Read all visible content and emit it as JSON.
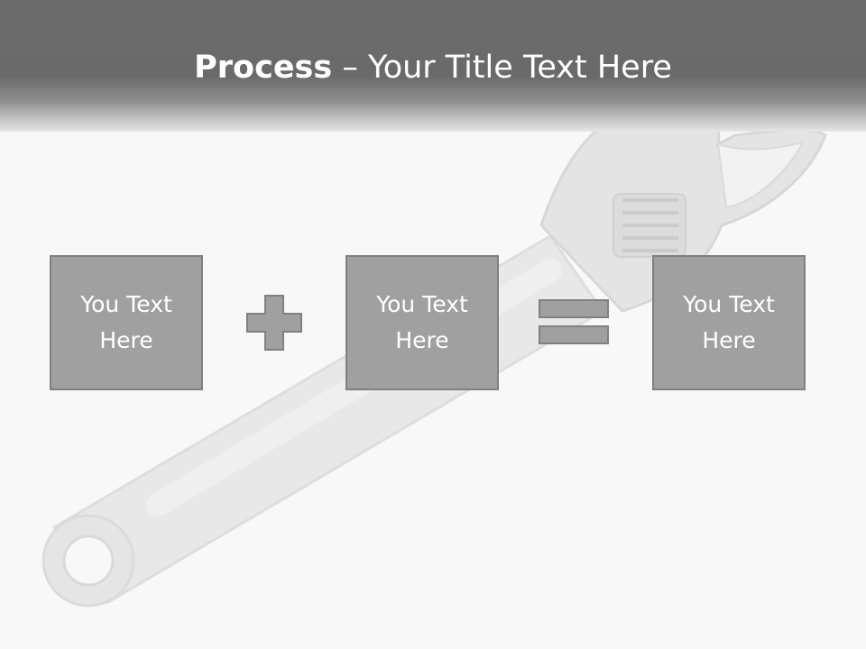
{
  "title": {
    "bold": "Process",
    "rest": " – Your Title Text Here"
  },
  "boxes": [
    {
      "text": "You Text Here"
    },
    {
      "text": "You Text Here"
    },
    {
      "text": "You Text Here"
    }
  ],
  "operators": [
    "plus",
    "equals"
  ],
  "colors": {
    "title_bar": "#6a6a6a",
    "box_fill": "#a0a0a0",
    "box_border": "#808080",
    "background": "#f8f8f8"
  }
}
